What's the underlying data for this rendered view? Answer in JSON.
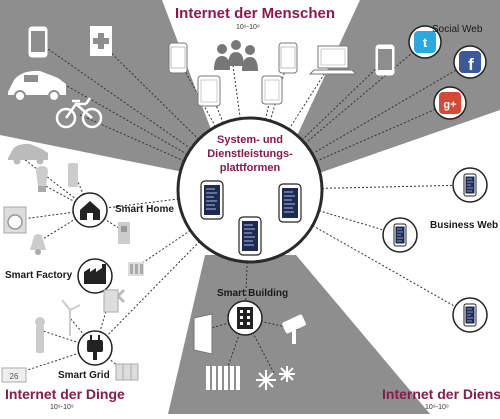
{
  "diagram": {
    "title_top": "Internet der Menschen",
    "scale_top": "10⁹-10⁹",
    "center_label_line1": "System- und",
    "center_label_line2": "Dienstleistungs-",
    "center_label_line3": "plattformen",
    "title_bottom_left": "Internet der Dinge",
    "scale_bottom_left": "10⁹-10⁹",
    "title_bottom_right": "Internet der Dienste",
    "scale_bottom_right": "10⁹-10⁹",
    "node_labels": {
      "smart_home": "Smart Home",
      "smart_factory": "Smart Factory",
      "smart_grid": "Smart Grid",
      "smart_building": "Smart Building",
      "social_web": "Social Web",
      "business_web": "Business Web"
    },
    "colors": {
      "title": "#8a1a4e",
      "wedge": "#8e8e8e",
      "screen": "#1b2b55",
      "circle_border": "#2a2a2a",
      "facebook": "#3b5998",
      "twitter": "#2aa9e0",
      "google_plus": "#d44a36"
    },
    "icons": [
      "phone-icon",
      "hospital-icon",
      "car-icon",
      "bicycle-icon",
      "tablet-icon",
      "people-icon",
      "laptop-icon",
      "twitter-icon",
      "facebook-icon",
      "google-plus-icon",
      "house-icon",
      "factory-icon",
      "plug-icon",
      "building-icon",
      "wind-turbine-icon",
      "camera-icon",
      "snowflake-icon",
      "radiator-icon",
      "door-icon",
      "washing-machine-icon",
      "lamp-icon"
    ]
  }
}
